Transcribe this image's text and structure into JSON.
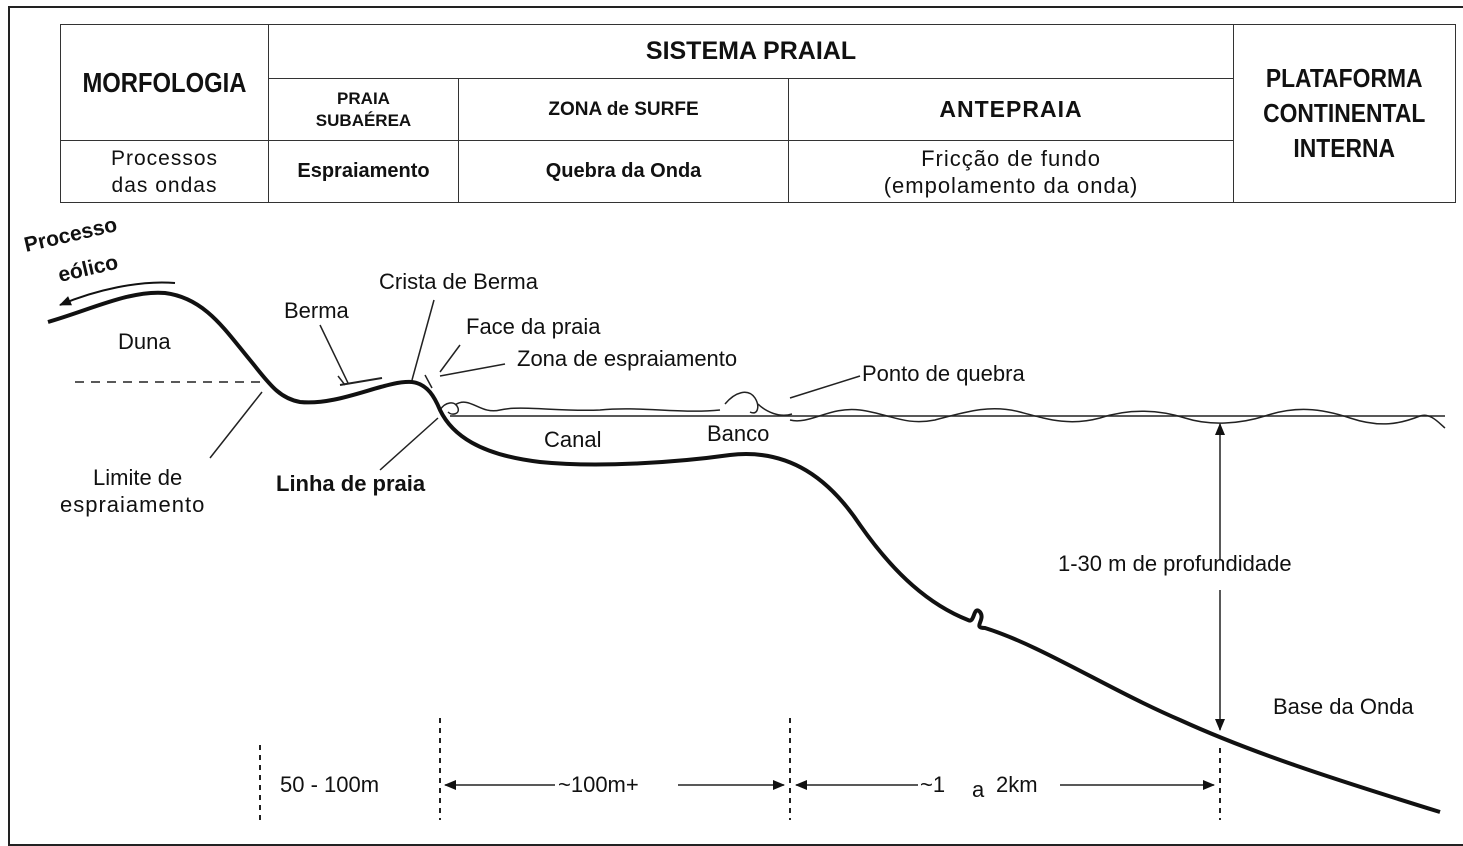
{
  "table": {
    "morfologia": "MORFOLOGIA",
    "sistema_praial": "SISTEMA PRAIAL",
    "praia_subaerea_1": "PRAIA",
    "praia_subaerea_2": "SUBAÉREA",
    "zona_surfe": "ZONA de SURFE",
    "antepraia": "ANTEPRAIA",
    "plataforma_1": "PLATAFORMA",
    "plataforma_2": "CONTINENTAL",
    "plataforma_3": "INTERNA",
    "processos_1": "Processos",
    "processos_2": "das ondas",
    "espraiamento": "Espraiamento",
    "quebra": "Quebra da Onda",
    "friccao_1": "Fricção de fundo",
    "friccao_2": "(empolamento da onda)"
  },
  "labels": {
    "processo": "Processo",
    "eolico": "eólico",
    "duna": "Duna",
    "berma": "Berma",
    "crista": "Crista de Berma",
    "face": "Face da praia",
    "zona_esp": "Zona de espraiamento",
    "ponto": "Ponto de quebra",
    "canal": "Canal",
    "banco": "Banco",
    "limite_1": "Limite de",
    "limite_2": "espraiamento",
    "linha": "Linha de praia",
    "profundidade": "1-30 m de profundidade",
    "base": "Base da Onda",
    "d1": "50 - 100m",
    "d2": "~100m+",
    "d3_a": "~1",
    "d3_b": "a",
    "d3_c": "2km"
  }
}
